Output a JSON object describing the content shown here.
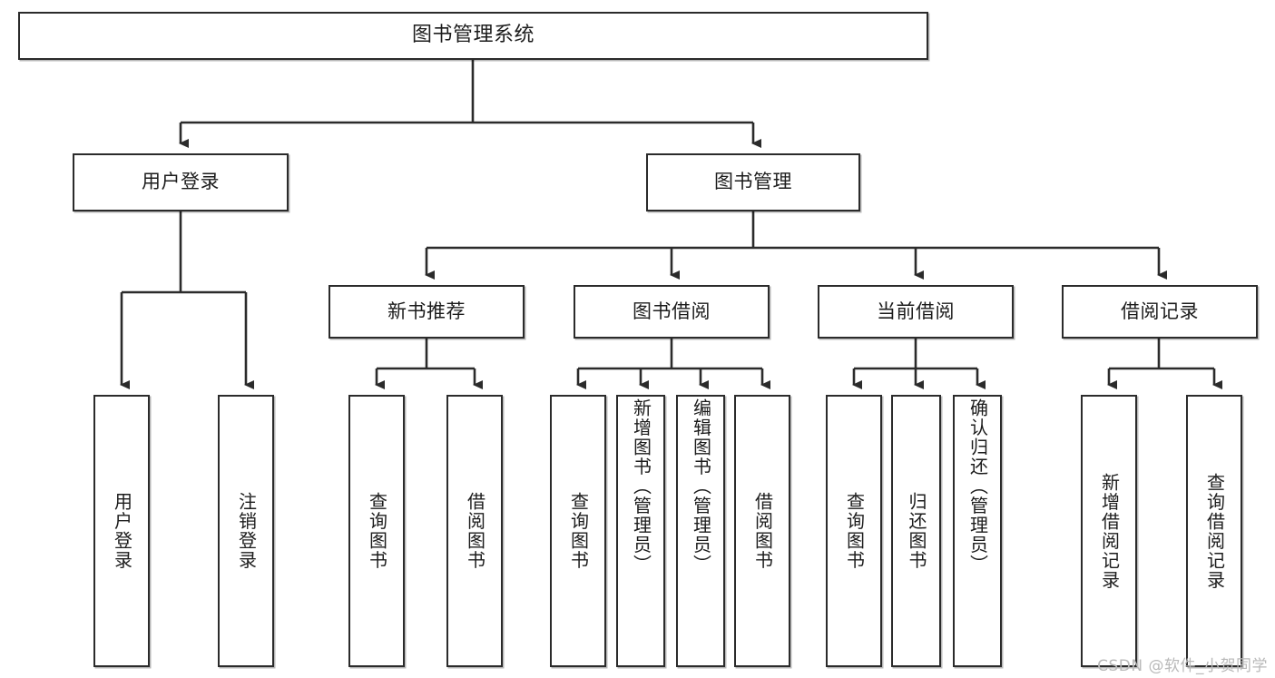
{
  "diagram": {
    "title": "图书管理系统",
    "type": "tree-hierarchy",
    "watermark": "CSDN @软件_小贺同学",
    "colors": {
      "box_border": "#2b2b2b",
      "box_fill": "#ffffff",
      "text": "#1c1c1c",
      "connector": "#2b2b2b",
      "watermark": "#b9b9b9",
      "background": "#ffffff"
    },
    "levels": {
      "level1": [
        {
          "id": "root",
          "label": "图书管理系统"
        }
      ],
      "level2": [
        {
          "id": "user-login",
          "label": "用户登录"
        },
        {
          "id": "book-management",
          "label": "图书管理"
        }
      ],
      "level3": [
        {
          "id": "new-book-recommend",
          "label": "新书推荐",
          "parent": "book-management"
        },
        {
          "id": "book-borrow",
          "label": "图书借阅",
          "parent": "book-management"
        },
        {
          "id": "current-borrow",
          "label": "当前借阅",
          "parent": "book-management"
        },
        {
          "id": "borrow-record",
          "label": "借阅记录",
          "parent": "book-management"
        }
      ],
      "leaves": [
        {
          "id": "leaf-user-login",
          "label": "用户登录",
          "parent": "user-login"
        },
        {
          "id": "leaf-logout-login",
          "label": "注销登录",
          "parent": "user-login"
        },
        {
          "id": "leaf-query-book-1",
          "label": "查询图书",
          "parent": "new-book-recommend"
        },
        {
          "id": "leaf-borrow-book-1",
          "label": "借阅图书",
          "parent": "new-book-recommend"
        },
        {
          "id": "leaf-query-book-2",
          "label": "查询图书",
          "parent": "book-borrow"
        },
        {
          "id": "leaf-add-book",
          "label": "新增图书（管理员）",
          "parent": "book-borrow"
        },
        {
          "id": "leaf-edit-book",
          "label": "编辑图书（管理员）",
          "parent": "book-borrow"
        },
        {
          "id": "leaf-borrow-book-2",
          "label": "借阅图书",
          "parent": "book-borrow"
        },
        {
          "id": "leaf-query-book-3",
          "label": "查询图书",
          "parent": "current-borrow"
        },
        {
          "id": "leaf-return-book",
          "label": "归还图书",
          "parent": "current-borrow"
        },
        {
          "id": "leaf-confirm-return",
          "label": "确认归还（管理员）",
          "parent": "current-borrow"
        },
        {
          "id": "leaf-add-record",
          "label": "新增借阅记录",
          "parent": "borrow-record"
        },
        {
          "id": "leaf-query-record",
          "label": "查询借阅记录",
          "parent": "borrow-record"
        }
      ]
    }
  }
}
